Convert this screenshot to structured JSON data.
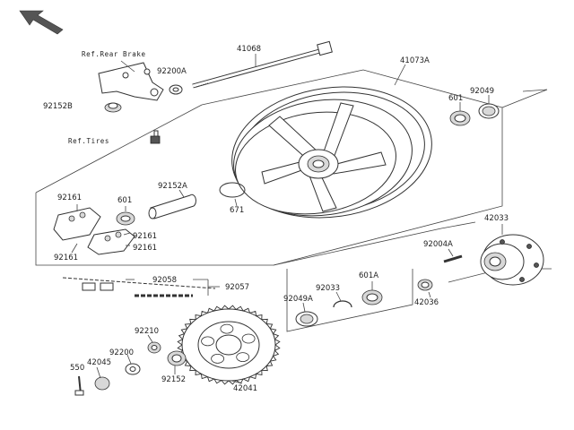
{
  "references": {
    "rear_brake": "Ref.Rear Brake",
    "tires": "Ref.Tires"
  },
  "callouts": {
    "p41068": "41068",
    "p41073A": "41073A",
    "p92200A": "92200A",
    "p92152B": "92152B",
    "p601_top": "601",
    "p92049": "92049",
    "p92152A": "92152A",
    "p671": "671",
    "p92161_a": "92161",
    "p601_mid": "601",
    "p92161_b": "92161",
    "p92161_c": "92161",
    "p92161_d": "92161",
    "p42033": "42033",
    "p92004A": "92004A",
    "p92058": "92058",
    "p92057": "92057",
    "p92033": "92033",
    "p601A": "601A",
    "p92049A": "92049A",
    "p42036": "42036",
    "p92210": "92210",
    "p92200": "92200",
    "p42045": "42045",
    "p550": "550",
    "p92152": "92152",
    "p42041": "42041"
  },
  "icons": {
    "front_arrow": "arrow-icon"
  }
}
